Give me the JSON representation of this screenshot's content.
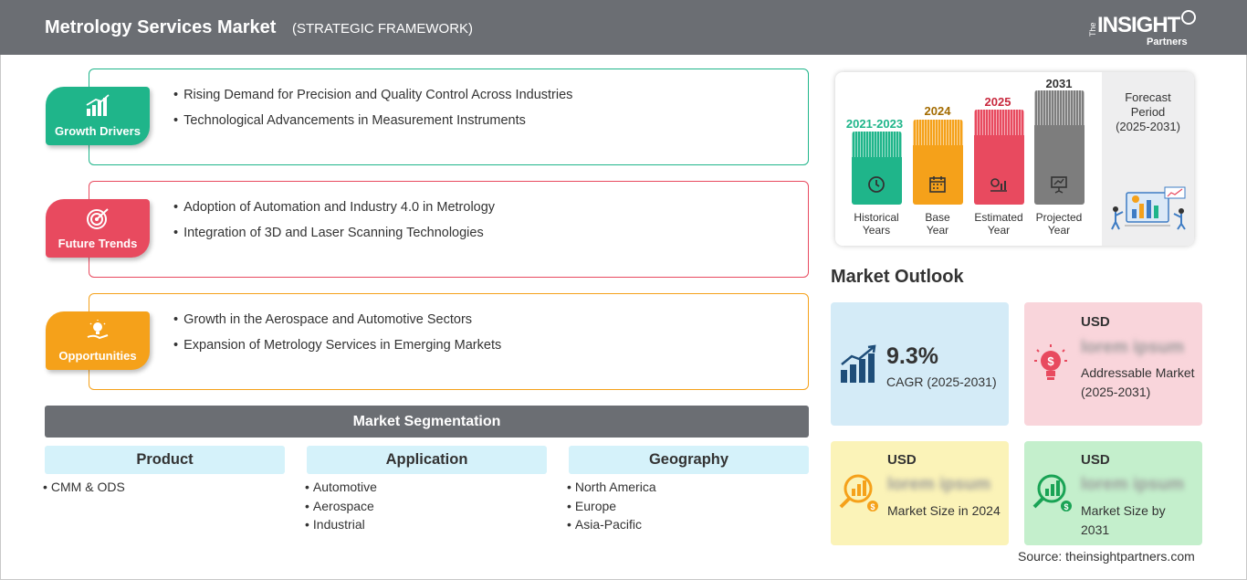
{
  "header": {
    "title": "Metrology Services Market",
    "subtitle": "(STRATEGIC FRAMEWORK)",
    "logo": {
      "the": "The",
      "insight": "INSIGHT",
      "partners": "Partners"
    }
  },
  "framework": {
    "growth_drivers": {
      "label": "Growth Drivers",
      "color": "#1fb58a",
      "items": [
        "Rising Demand for Precision and Quality Control Across Industries",
        "Technological Advancements in Measurement Instruments"
      ]
    },
    "future_trends": {
      "label": "Future Trends",
      "color": "#e84a5f",
      "items": [
        "Adoption of Automation and Industry 4.0 in Metrology",
        "Integration of 3D and Laser Scanning Technologies"
      ]
    },
    "opportunities": {
      "label": "Opportunities",
      "color": "#f5a11a",
      "items": [
        "Growth in the Aerospace and Automotive Sectors",
        "Expansion of Metrology Services in Emerging Markets"
      ]
    }
  },
  "segmentation": {
    "title": "Market Segmentation",
    "columns": [
      {
        "heading": "Product",
        "items": [
          "CMM & ODS"
        ]
      },
      {
        "heading": "Application",
        "items": [
          "Automotive",
          "Aerospace",
          "Industrial"
        ]
      },
      {
        "heading": "Geography",
        "items": [
          "North America",
          "Europe",
          "Asia-Pacific"
        ]
      }
    ]
  },
  "timeline": {
    "periods": [
      {
        "year": "2021-2023",
        "caption_line1": "Historical",
        "caption_line2": "Years",
        "color": "#1fb58a",
        "icon": "history-icon"
      },
      {
        "year": "2024",
        "caption_line1": "Base",
        "caption_line2": "Year",
        "color": "#f5a11a",
        "icon": "calendar-icon"
      },
      {
        "year": "2025",
        "caption_line1": "Estimated",
        "caption_line2": "Year",
        "color": "#e84a5f",
        "icon": "gear-chart-icon"
      },
      {
        "year": "2031",
        "caption_line1": "Projected",
        "caption_line2": "Year",
        "color": "#7d7d7d",
        "icon": "presentation-icon"
      }
    ],
    "forecast": {
      "line1": "Forecast",
      "line2": "Period",
      "line3": "(2025-2031)"
    }
  },
  "outlook": {
    "title": "Market Outlook",
    "cagr": {
      "value": "9.3%",
      "label": "CAGR (2025-2031)",
      "bg": "#d4ebf7"
    },
    "addressable": {
      "currency": "USD",
      "value": "lorem ipsum",
      "desc": "Addressable Market (2025-2031)",
      "bg": "#f9d5db"
    },
    "size_2024": {
      "currency": "USD",
      "value": "lorem ipsum",
      "desc": "Market Size in 2024",
      "bg": "#fbf3b8"
    },
    "size_2031": {
      "currency": "USD",
      "value": "lorem ipsum",
      "desc": "Market Size by 2031",
      "bg": "#c4efcc"
    }
  },
  "source": "Source: theinsightpartners.com"
}
